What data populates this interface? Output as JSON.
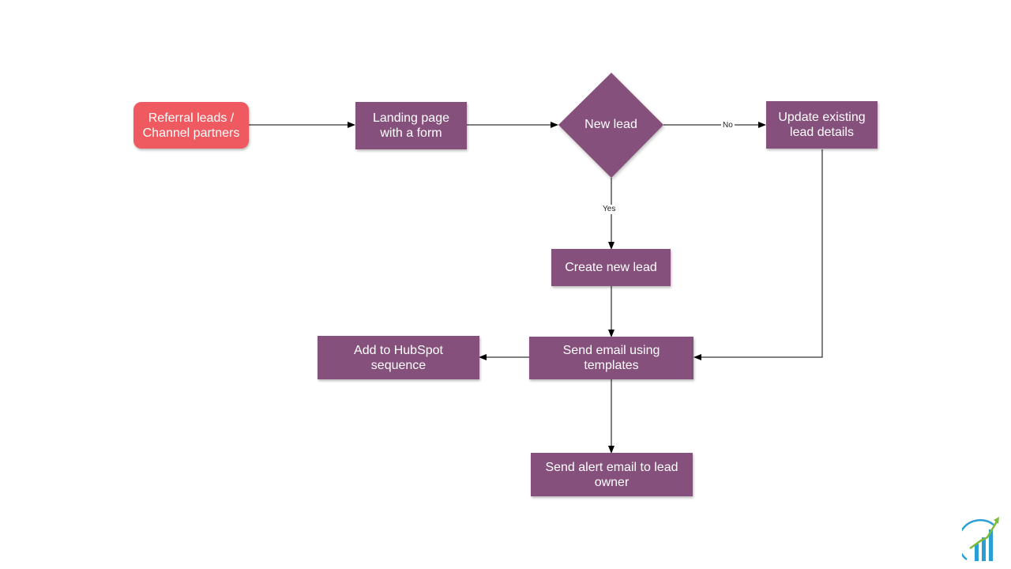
{
  "diagram": {
    "nodes": {
      "referral": "Referral leads /\nChannel partners",
      "landing": "Landing page\nwith a form",
      "decision": "New lead",
      "update": "Update existing\nlead details",
      "create": "Create new lead",
      "send_email": "Send email using\ntemplates",
      "hubspot": "Add to HubSpot\nsequence",
      "alert": "Send alert email to lead\nowner"
    },
    "edge_labels": {
      "no": "No",
      "yes": "Yes"
    }
  },
  "colors": {
    "node": "#85507b",
    "start_node": "#ee5a5f",
    "edge": "#000000",
    "logo_green": "#7cbb3a",
    "logo_blue": "#2a9fd6"
  },
  "logo": {
    "icon": "growth-chart-logo"
  }
}
